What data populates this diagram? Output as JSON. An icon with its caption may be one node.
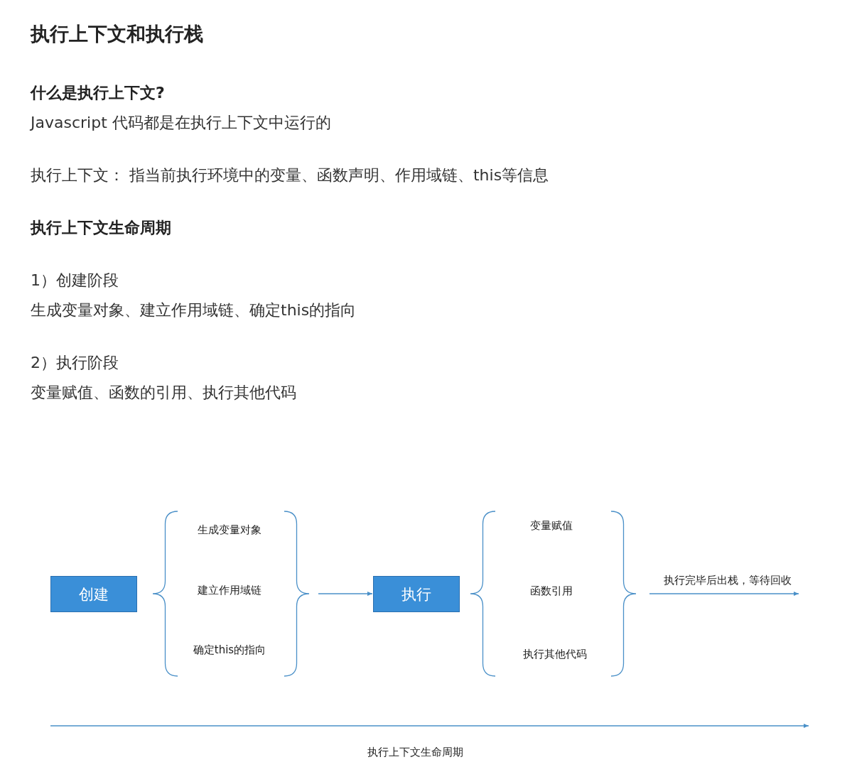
{
  "diagram": {
    "title": "执行上下文和执行栈",
    "nodes": [
      {
        "text": [
          "创建"
        ]
      },
      {
        "text": [
          "生成变量对象"
        ]
      },
      {
        "text": [
          "建立作用域链"
        ]
      },
      {
        "text": [
          "确定this的指向"
        ]
      },
      {
        "text": [
          "执行"
        ]
      },
      {
        "text": [
          "变量赋值"
        ]
      },
      {
        "text": [
          "函数引用"
        ]
      },
      {
        "text": [
          "执行其他代码"
        ]
      }
    ],
    "edges": [
      {
        "from": null,
        "to": 4,
        "arrow": "to"
      }
    ],
    "labels": [
      "什么是执行上下文?",
      "Javascript 代码都是在执行上下文中运行的",
      "执行上下文： 指当前执行环境中的变量、函数声明、作用域链、this等信息",
      "执行上下文生命周期",
      "1）创建阶段",
      "生成变量对象、建立作用域链、确定this的指向",
      "2）执行阶段",
      "变量赋值、函数的引用、执行其他代码",
      "执行完毕后出栈，等待回收",
      "执行上下文生命周期"
    ]
  }
}
